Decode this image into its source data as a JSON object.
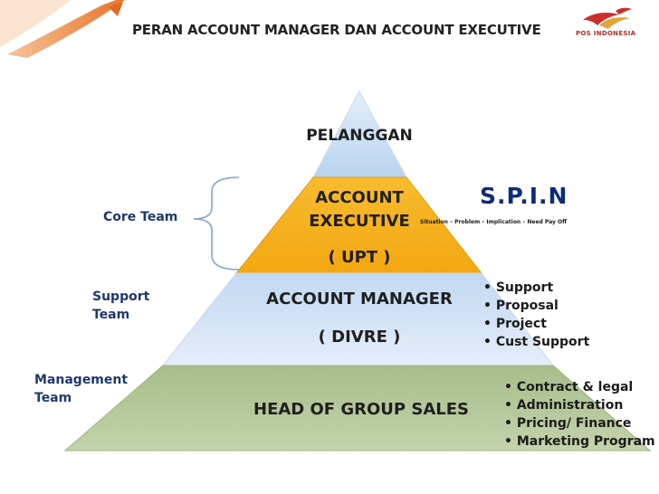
{
  "header": {
    "title": "PERAN ACCOUNT MANAGER DAN ACCOUNT EXECUTIVE",
    "logo_text": "POS INDONESIA",
    "logo_icon": "pos-indonesia-bird-icon",
    "corner_icon": "swoosh-arrow-icon"
  },
  "pyramid": {
    "top": "PELANGGAN",
    "second_line1": "ACCOUNT",
    "second_line2": "EXECUTIVE",
    "second_line3": "( UPT )",
    "third_line1": "ACCOUNT MANAGER",
    "third_line2": "( DIVRE )",
    "base": "HEAD OF GROUP SALES"
  },
  "left_labels": {
    "core": "Core Team",
    "support_line1": "Support",
    "support_line2": "Team",
    "management_line1": "Management",
    "management_line2": "Team"
  },
  "spin": {
    "title": "S.P.I.N",
    "subtitle": "Situation – Problem – Implication – Need Pay Off"
  },
  "account_manager_items": [
    "• Support",
    "• Proposal",
    "• Project",
    "• Cust Support"
  ],
  "head_group_items": [
    "• Contract & legal",
    "•  Administration",
    "•  Pricing/ Finance",
    "•  Marketing Program"
  ],
  "colors": {
    "top_tier": "#c5dbf3",
    "exec_tier": "#f6b21b",
    "manager_tier": "#d3e4f7",
    "base_tier": "#b5c79a",
    "spin": "#0d2c78",
    "labels": "#20386a"
  }
}
